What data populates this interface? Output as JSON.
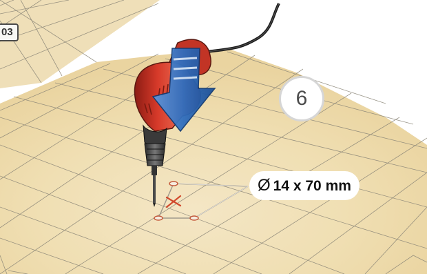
{
  "badge": {
    "label": "03"
  },
  "step": {
    "number": "6"
  },
  "dimension": {
    "symbol": "Ø",
    "text": "14 x 70 mm"
  },
  "icons": {
    "drill": "power-drill",
    "arrow": "downward-arrow",
    "marker": "red-x-marker"
  },
  "colors": {
    "floor": "#f0e2bf",
    "grid": "#8a8577",
    "drill_body": "#d73a2a",
    "arrow": "#3b78c8",
    "marker": "#d14a2d"
  }
}
